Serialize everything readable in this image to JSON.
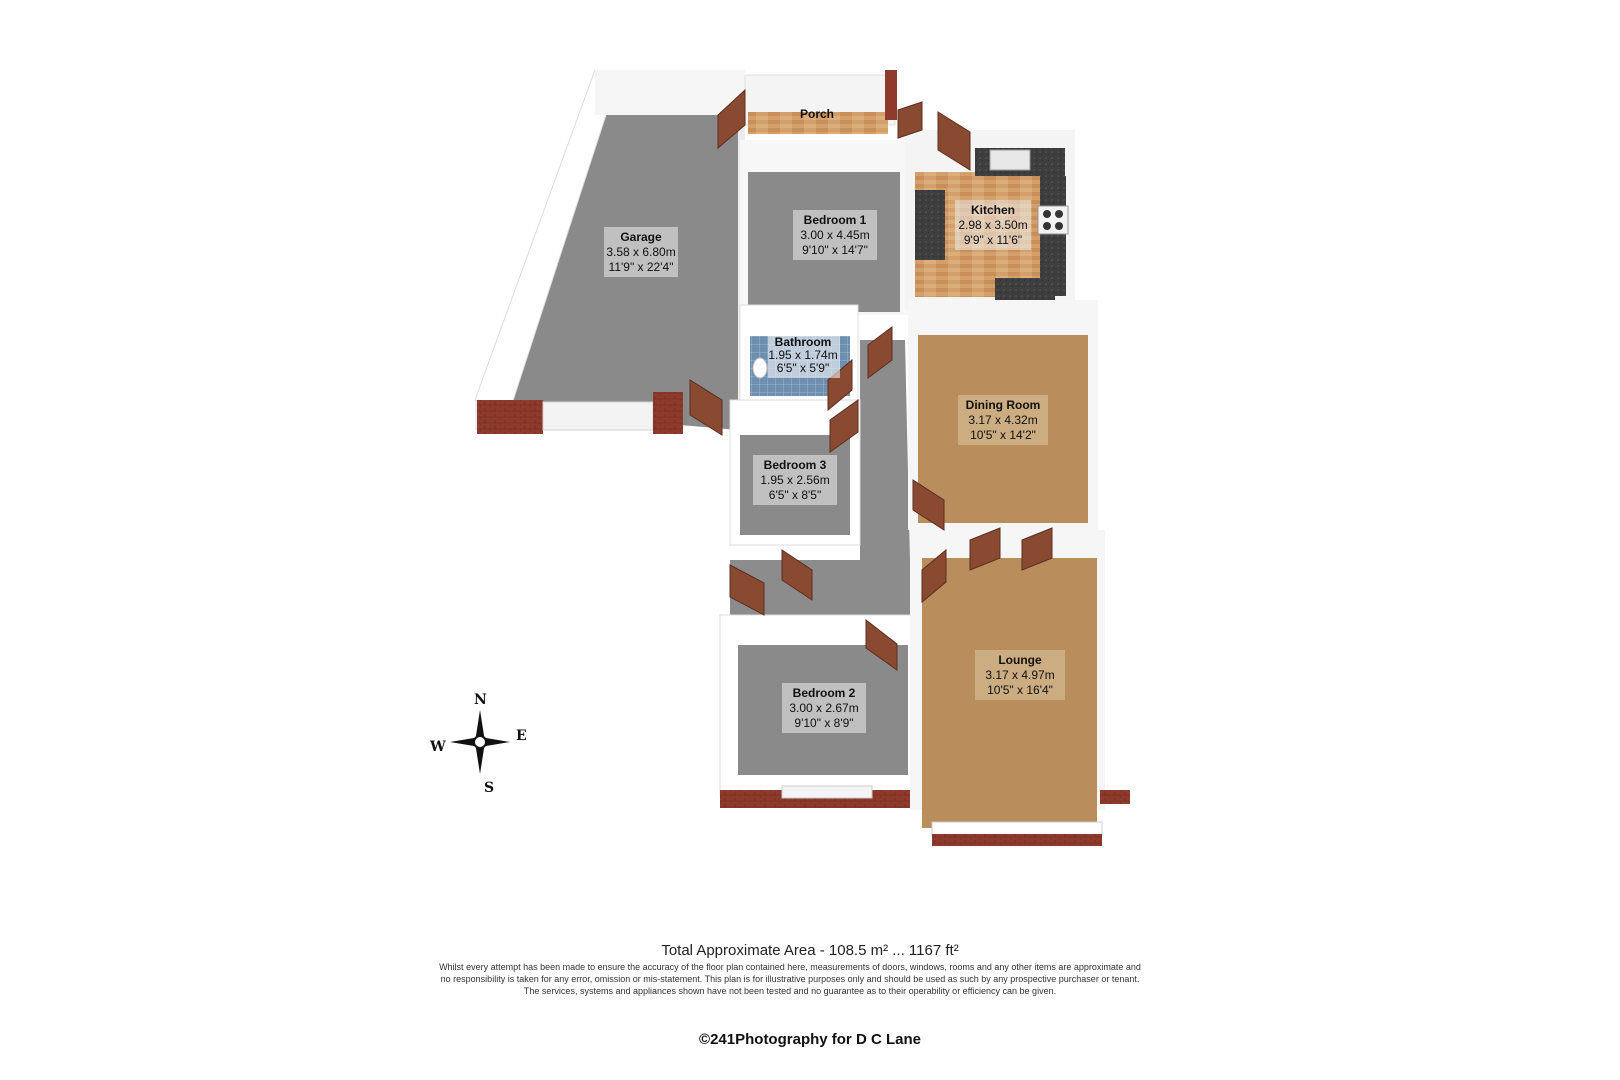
{
  "rooms": {
    "garage": {
      "name": "Garage",
      "metric": "3.58 x 6.80m",
      "imperial": "11'9\" x 22'4\""
    },
    "porch": {
      "name": "Porch"
    },
    "bedroom1": {
      "name": "Bedroom 1",
      "metric": "3.00 x 4.45m",
      "imperial": "9'10\" x 14'7\""
    },
    "kitchen": {
      "name": "Kitchen",
      "metric": "2.98 x 3.50m",
      "imperial": "9'9\" x 11'6\""
    },
    "bathroom": {
      "name": "Bathroom",
      "metric": "1.95 x 1.74m",
      "imperial": "6'5\" x 5'9\""
    },
    "dining": {
      "name": "Dining Room",
      "metric": "3.17 x 4.32m",
      "imperial": "10'5\" x 14'2\""
    },
    "bedroom3": {
      "name": "Bedroom 3",
      "metric": "1.95 x 2.56m",
      "imperial": "6'5\" x 8'5\""
    },
    "lounge": {
      "name": "Lounge",
      "metric": "3.17 x 4.97m",
      "imperial": "10'5\" x 16'4\""
    },
    "bedroom2": {
      "name": "Bedroom 2",
      "metric": "3.00 x 2.67m",
      "imperial": "9'10\" x 8'9\""
    }
  },
  "compass": {
    "n": "N",
    "e": "E",
    "s": "S",
    "w": "W"
  },
  "footer": {
    "area": "Total Approximate Area - 108.5 m² ... 1167 ft²",
    "disclaimer_1": "Whilst every attempt has been made to ensure the accuracy of the floor plan contained here, measurements of doors, windows, rooms and any other items are approximate and",
    "disclaimer_2": "no responsibility is taken for any error, omission or mis-statement.  This plan is for illustrative purposes only and should be used as such by any prospective purchaser or tenant.",
    "disclaimer_3": "The services, systems and appliances shown have not been tested and no guarantee as to their operability or efficiency can be given.",
    "credit": "©241Photography for D C Lane"
  },
  "colors": {
    "floor_grey": "#8a8a8a",
    "carpet": "#b98e5c",
    "wood": "#d3a06b",
    "wall": "#ffffff",
    "wall_shadow": "#dcdcdc",
    "brick": "#8e3a2c",
    "door": "#8a4a32",
    "worktop": "#3b3b3b",
    "tile": "#6f8fb0"
  }
}
